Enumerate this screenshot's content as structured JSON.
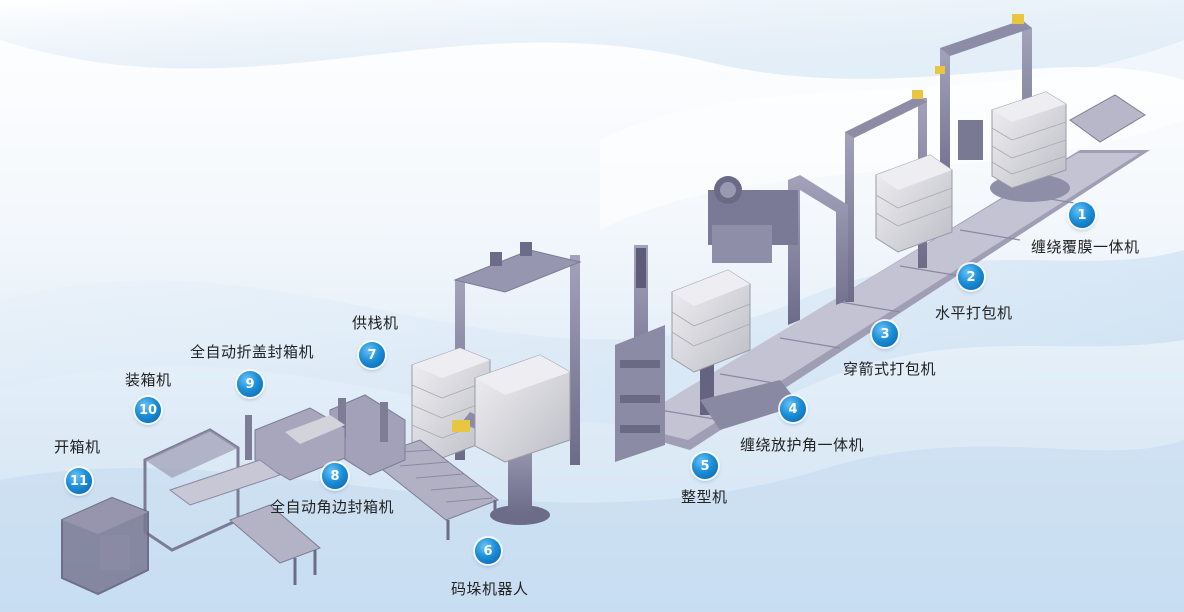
{
  "colors": {
    "marker_fill": "#1b8fd8",
    "machine_frame": "#8f8ea8",
    "machine_dark": "#6f6e8c",
    "pallet_load": "#d9d9de",
    "label_text": "#222222"
  },
  "stations": [
    {
      "number": "1",
      "label": "缠绕覆膜一体机"
    },
    {
      "number": "2",
      "label": "水平打包机"
    },
    {
      "number": "3",
      "label": "穿箭式打包机"
    },
    {
      "number": "4",
      "label": "缠绕放护角一体机"
    },
    {
      "number": "5",
      "label": "整型机"
    },
    {
      "number": "6",
      "label": "码垛机器人"
    },
    {
      "number": "7",
      "label": "供栈机"
    },
    {
      "number": "8",
      "label": "全自动角边封箱机"
    },
    {
      "number": "9",
      "label": "全自动折盖封箱机"
    },
    {
      "number": "10",
      "label": "装箱机"
    },
    {
      "number": "11",
      "label": "开箱机"
    }
  ]
}
